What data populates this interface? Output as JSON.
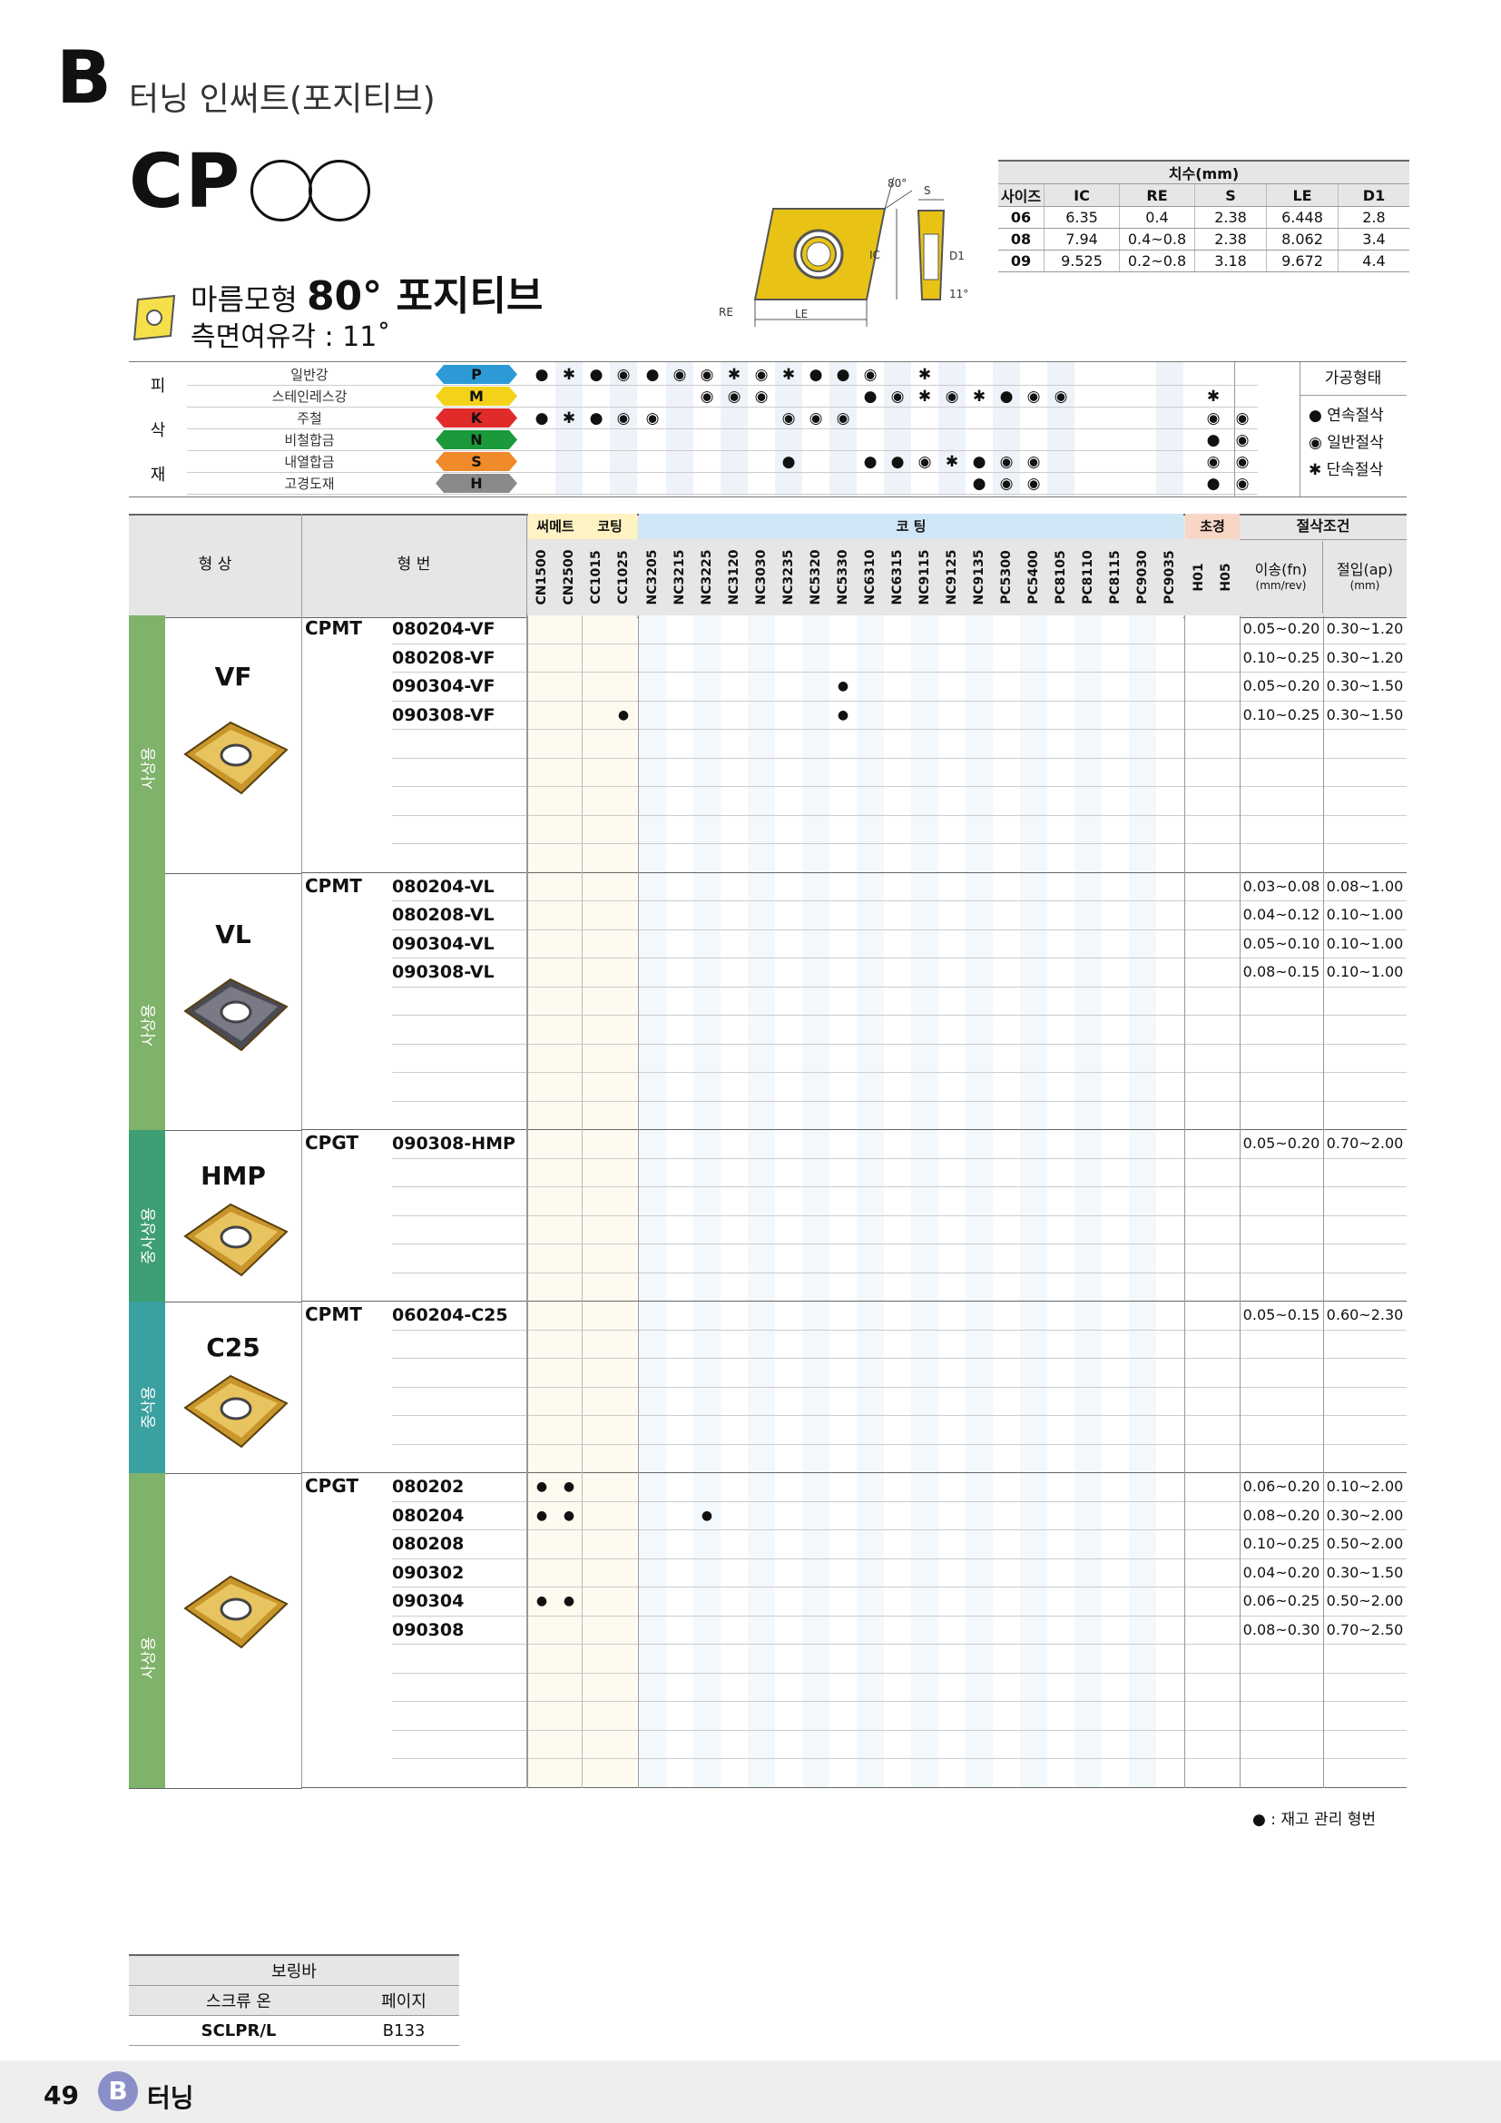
{
  "header": {
    "section_letter": "B",
    "title": "터닝 인써트(포지티브)"
  },
  "series": {
    "code": "CP"
  },
  "shape": {
    "name_prefix": "마름모형",
    "name_main": "80° 포지티브",
    "relief_label": "측면여유각 : 11˚"
  },
  "diagram": {
    "angle_tip": "80°",
    "s": "S",
    "ic": "IC",
    "d1": "D1",
    "re": "RE",
    "le": "LE",
    "relief": "11°"
  },
  "dims": {
    "title": "치수(mm)",
    "columns": [
      "사이즈",
      "IC",
      "RE",
      "S",
      "LE",
      "D1"
    ],
    "rows": [
      [
        "06",
        "6.35",
        "0.4",
        "2.38",
        "6.448",
        "2.8"
      ],
      [
        "08",
        "7.94",
        "0.4~0.8",
        "2.38",
        "8.062",
        "3.4"
      ],
      [
        "09",
        "9.525",
        "0.2~0.8",
        "3.18",
        "9.672",
        "4.4"
      ]
    ]
  },
  "materials": {
    "side_label": [
      "피",
      "삭",
      "재"
    ],
    "rows": [
      {
        "name": "일반강",
        "code": "P",
        "color": "#2d9ad8"
      },
      {
        "name": "스테인레스강",
        "code": "M",
        "color": "#f5d21a"
      },
      {
        "name": "주철",
        "code": "K",
        "color": "#e12a2a"
      },
      {
        "name": "비철합금",
        "code": "N",
        "color": "#1b9a3c"
      },
      {
        "name": "내열합금",
        "code": "S",
        "color": "#f08a2a"
      },
      {
        "name": "고경도재",
        "code": "H",
        "color": "#8a8a8a"
      }
    ],
    "marks": [
      [
        "a",
        "c",
        "a",
        "b",
        "a",
        "b",
        "b",
        "c",
        "b",
        "c",
        "a",
        "a",
        "b",
        "",
        "c",
        "",
        "",
        "",
        "",
        "",
        "",
        "",
        ""
      ],
      [
        "",
        "",
        "",
        "",
        "",
        "",
        "b",
        "b",
        "b",
        "",
        "",
        "",
        "a",
        "b",
        "c",
        "b",
        "c",
        "a",
        "b",
        "b",
        "",
        "c",
        "",
        ""
      ],
      [
        "a",
        "c",
        "a",
        "b",
        "b",
        "",
        "",
        "",
        "",
        "b",
        "b",
        "b",
        "",
        "",
        "",
        "",
        "",
        "",
        "",
        "",
        "",
        "b",
        "b"
      ],
      [
        "",
        "",
        "",
        "",
        "",
        "",
        "",
        "",
        "",
        "",
        "",
        "",
        "",
        "",
        "",
        "",
        "",
        "",
        "",
        "",
        "",
        "a",
        "b"
      ],
      [
        "",
        "",
        "",
        "",
        "",
        "",
        "",
        "",
        "",
        "a",
        "",
        "",
        "a",
        "a",
        "b",
        "c",
        "a",
        "b",
        "b",
        "",
        "",
        "b",
        "b"
      ],
      [
        "",
        "",
        "",
        "",
        "",
        "",
        "",
        "",
        "",
        "",
        "",
        "",
        "",
        "",
        "",
        "",
        "a",
        "b",
        "b",
        "",
        "",
        "a",
        "b"
      ]
    ],
    "legend_title": "가공형태",
    "legend": [
      {
        "sym": "●",
        "label": "연속절삭"
      },
      {
        "sym": "◉",
        "label": "일반절삭"
      },
      {
        "sym": "✱",
        "label": "단속절삭"
      }
    ]
  },
  "usage_table": {
    "head": {
      "shape": "형 상",
      "part": "형 번",
      "group_cermet": "써메트",
      "group_coat1": "코팅",
      "group_coating": "코 팅",
      "group_carbide": "초경",
      "cutting": "절삭조건",
      "feed": "이송(fn)",
      "feed_unit": "(mm/rev)",
      "depth": "절입(ap)",
      "depth_unit": "(mm)"
    },
    "grades": [
      "CN1500",
      "CN2500",
      "CC1015",
      "CC1025",
      "NC3205",
      "NC3215",
      "NC3225",
      "NC3120",
      "NC3030",
      "NC3235",
      "NC5320",
      "NC5330",
      "NC6310",
      "NC6315",
      "NC9115",
      "NC9125",
      "NC9135",
      "PC5300",
      "PC5400",
      "PC8105",
      "PC8110",
      "PC8115",
      "PC9030",
      "PC9035",
      "H01",
      "H05"
    ],
    "groups": [
      {
        "label": "사상용",
        "color": "#7fb26a",
        "chip": "VF",
        "prefix": "CPMT",
        "insert": "gold",
        "rows": 9,
        "items": [
          {
            "code": "080204-VF",
            "stock": [],
            "fn": "0.05~0.20",
            "ap": "0.30~1.20"
          },
          {
            "code": "080208-VF",
            "stock": [],
            "fn": "0.10~0.25",
            "ap": "0.30~1.20"
          },
          {
            "code": "090304-VF",
            "stock": [
              11
            ],
            "fn": "0.05~0.20",
            "ap": "0.30~1.50"
          },
          {
            "code": "090308-VF",
            "stock": [
              3,
              11
            ],
            "fn": "0.10~0.25",
            "ap": "0.30~1.50"
          }
        ]
      },
      {
        "label": "사상용",
        "color": "#7fb26a",
        "chip": "VL",
        "prefix": "CPMT",
        "insert": "dark",
        "rows": 9,
        "items": [
          {
            "code": "080204-VL",
            "stock": [],
            "fn": "0.03~0.08",
            "ap": "0.08~1.00"
          },
          {
            "code": "080208-VL",
            "stock": [],
            "fn": "0.04~0.12",
            "ap": "0.10~1.00"
          },
          {
            "code": "090304-VL",
            "stock": [],
            "fn": "0.05~0.10",
            "ap": "0.10~1.00"
          },
          {
            "code": "090308-VL",
            "stock": [],
            "fn": "0.08~0.15",
            "ap": "0.10~1.00"
          }
        ]
      },
      {
        "label": "중사상용",
        "color": "#3e9e74",
        "chip": "HMP",
        "prefix": "CPGT",
        "insert": "gold",
        "rows": 6,
        "items": [
          {
            "code": "090308-HMP",
            "stock": [],
            "fn": "0.05~0.20",
            "ap": "0.70~2.00"
          }
        ]
      },
      {
        "label": "중삭용",
        "color": "#3aa0a0",
        "chip": "C25",
        "prefix": "CPMT",
        "insert": "gold",
        "rows": 6,
        "items": [
          {
            "code": "060204-C25",
            "stock": [],
            "fn": "0.05~0.15",
            "ap": "0.60~2.30"
          }
        ]
      },
      {
        "label": "사상용",
        "color": "#7fb26a",
        "chip": "",
        "prefix": "CPGT",
        "insert": "gold",
        "rows": 11,
        "items": [
          {
            "code": "080202",
            "stock": [
              0,
              1
            ],
            "fn": "0.06~0.20",
            "ap": "0.10~2.00"
          },
          {
            "code": "080204",
            "stock": [
              0,
              1,
              6
            ],
            "fn": "0.08~0.20",
            "ap": "0.30~2.00"
          },
          {
            "code": "080208",
            "stock": [],
            "fn": "0.10~0.25",
            "ap": "0.50~2.00"
          },
          {
            "code": "090302",
            "stock": [],
            "fn": "0.04~0.20",
            "ap": "0.30~1.50"
          },
          {
            "code": "090304",
            "stock": [
              0,
              1
            ],
            "fn": "0.06~0.25",
            "ap": "0.50~2.00"
          },
          {
            "code": "090308",
            "stock": [],
            "fn": "0.08~0.30",
            "ap": "0.70~2.50"
          }
        ]
      }
    ],
    "note": "● : 재고 관리 형번"
  },
  "boring": {
    "title": "보링바",
    "col1": "스크류 온",
    "col2": "페이지",
    "item": "SCLPR/L",
    "page": "B133"
  },
  "footer": {
    "page_num": "49",
    "badge": "B",
    "text": "터닝"
  }
}
